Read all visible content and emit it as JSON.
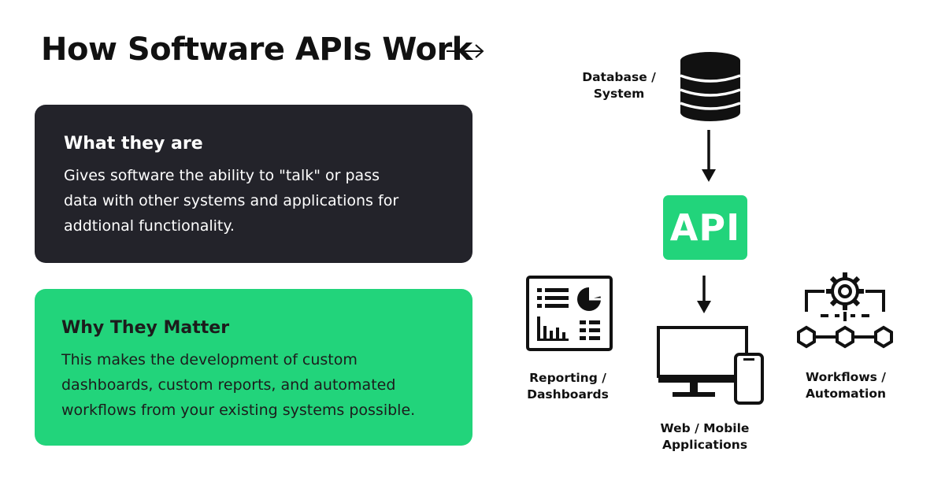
{
  "title": "How Software APIs Work",
  "cards": [
    {
      "heading": "What they are",
      "lines": [
        "Gives software the ability to  \"talk\" or pass",
        "data with other systems and applications for",
        "addtional functionality."
      ]
    },
    {
      "heading": "Why They Matter",
      "lines": [
        "This makes the development of custom",
        "dashboards, custom reports, and automated",
        "workflows from your existing systems possible."
      ]
    }
  ],
  "diagram": {
    "database_label": [
      "Database /",
      "System"
    ],
    "api_label": "API",
    "reporting_label": [
      "Reporting /",
      "Dashboards"
    ],
    "web_label": [
      "Web / Mobile",
      "Applications"
    ],
    "workflows_label": [
      "Workflows /",
      "Automation"
    ]
  },
  "colors": {
    "accent_green": "#22d47b",
    "dark_card": "#23232a",
    "ink": "#111111"
  },
  "icons": [
    "right-arrow-icon",
    "database-icon",
    "down-arrow-icon",
    "dashboard-icon",
    "monitor-phone-icon",
    "gear-workflow-icon"
  ]
}
